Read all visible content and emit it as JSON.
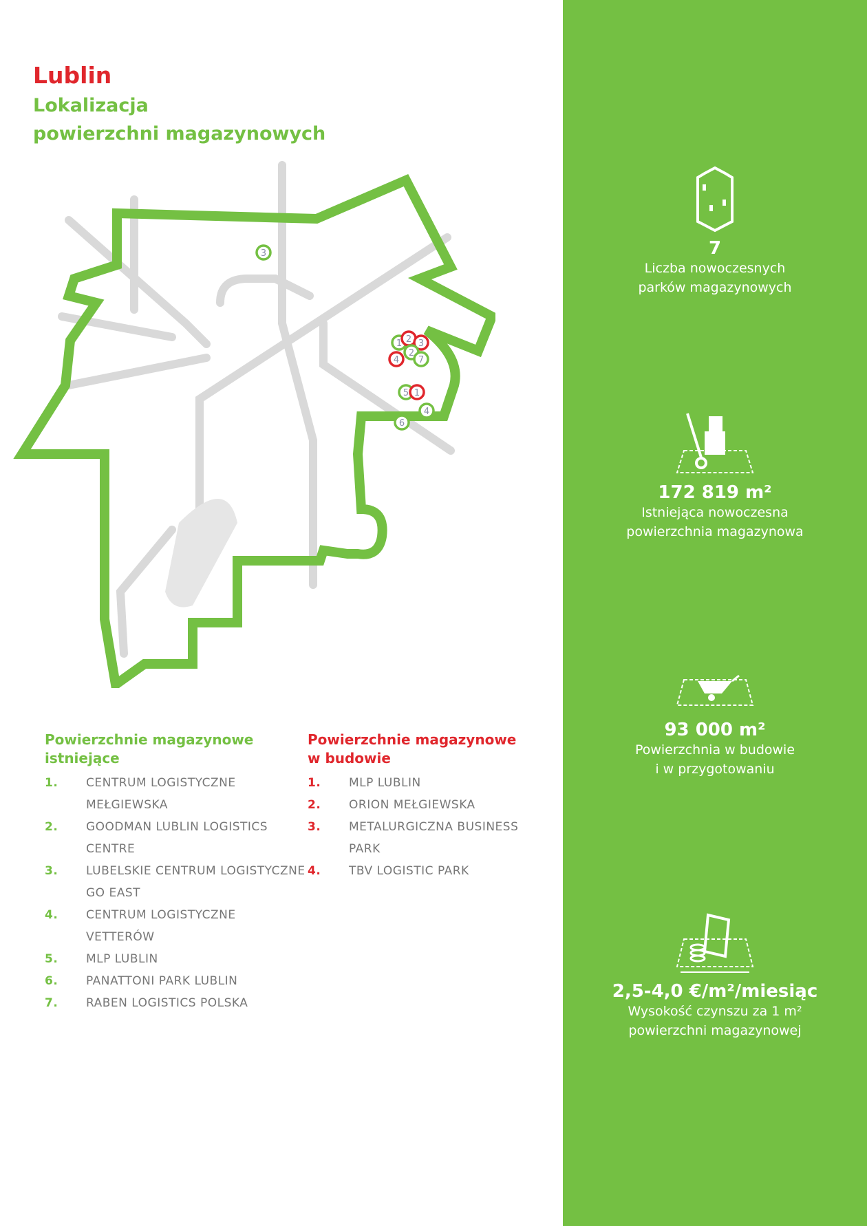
{
  "header": {
    "city": "Lublin",
    "subtitle_line1": "Lokalizacja",
    "subtitle_line2": "powierzchni magazynowych"
  },
  "colors": {
    "green": "#74c043",
    "red": "#e0262c",
    "road": "#d9d9d9"
  },
  "map_markers": [
    {
      "label": "3",
      "status": "existing"
    },
    {
      "label": "1",
      "status": "existing"
    },
    {
      "label": "2",
      "status": "construction"
    },
    {
      "label": "3",
      "status": "construction"
    },
    {
      "label": "2",
      "status": "existing"
    },
    {
      "label": "4",
      "status": "construction"
    },
    {
      "label": "7",
      "status": "existing"
    },
    {
      "label": "5",
      "status": "existing"
    },
    {
      "label": "1",
      "status": "construction"
    },
    {
      "label": "4",
      "status": "existing"
    },
    {
      "label": "6",
      "status": "existing"
    }
  ],
  "legend_existing": {
    "title_line1": "Powierzchnie magazynowe",
    "title_line2": "istniejące",
    "items": [
      {
        "num": "1.",
        "line1": "CENTRUM LOGISTYCZNE",
        "line2": "MEŁGIEWSKA"
      },
      {
        "num": "2.",
        "line1": "GOODMAN LUBLIN LOGISTICS",
        "line2": "CENTRE"
      },
      {
        "num": "3.",
        "line1": "LUBELSKIE CENTRUM LOGISTYCZNE",
        "line2": "GO EAST"
      },
      {
        "num": "4.",
        "line1": "CENTRUM LOGISTYCZNE",
        "line2": "VETTERÓW"
      },
      {
        "num": "5.",
        "line1": "MLP LUBLIN",
        "line2": ""
      },
      {
        "num": "6.",
        "line1": "PANATTONI PARK LUBLIN",
        "line2": ""
      },
      {
        "num": "7.",
        "line1": "RABEN LOGISTICS POLSKA",
        "line2": ""
      }
    ]
  },
  "legend_construction": {
    "title_line1": "Powierzchnie magazynowe",
    "title_line2": "w budowie",
    "items": [
      {
        "num": "1.",
        "line1": "MLP LUBLIN",
        "line2": ""
      },
      {
        "num": "2.",
        "line1": "ORION MEŁGIEWSKA",
        "line2": ""
      },
      {
        "num": "3.",
        "line1": "METALURGICZNA BUSINESS",
        "line2": "PARK"
      },
      {
        "num": "4.",
        "line1": "TBV LOGISTIC PARK",
        "line2": ""
      }
    ]
  },
  "stats": [
    {
      "icon": "warehouse-park-icon",
      "value": "7",
      "desc1": "Liczba nowoczesnych",
      "desc2": "parków magazynowych"
    },
    {
      "icon": "hand-truck-icon",
      "value": "172 819 m²",
      "desc1": "Istniejąca nowoczesna",
      "desc2": "powierzchnia magazynowa"
    },
    {
      "icon": "wheelbarrow-icon",
      "value": "93 000 m²",
      "desc1": "Powierzchnia w budowie",
      "desc2": "i w przygotowaniu"
    },
    {
      "icon": "money-icon",
      "value": "2,5-4,0 €/m²/miesiąc",
      "desc1": "Wysokość czynszu za 1 m²",
      "desc2": "powierzchni magazynowej"
    }
  ]
}
